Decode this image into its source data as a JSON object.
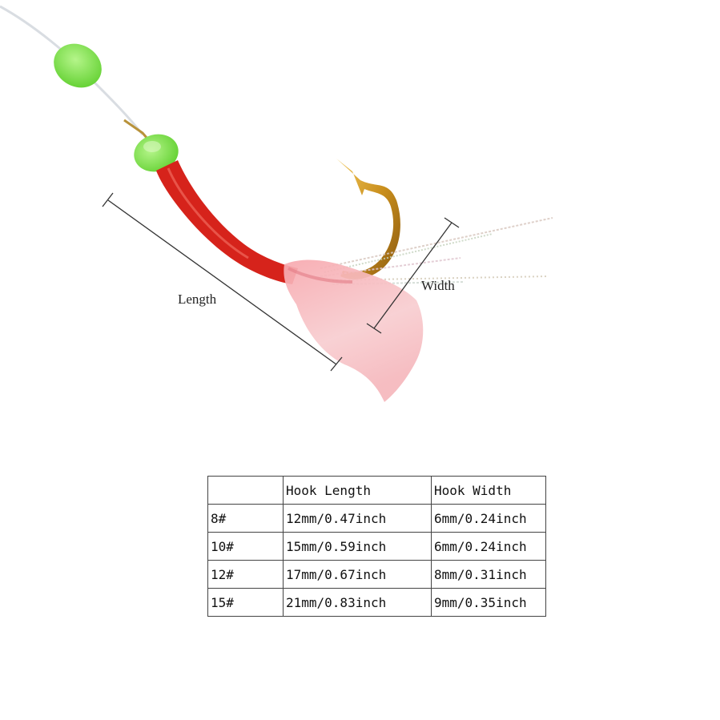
{
  "labels": {
    "length": "Length",
    "width": "Width"
  },
  "table": {
    "headers": [
      "",
      "Hook Length",
      "Hook Width"
    ],
    "rows": [
      [
        "8#",
        "12mm/0.47inch",
        "6mm/0.24inch"
      ],
      [
        "10#",
        "15mm/0.59inch",
        "6mm/0.24inch"
      ],
      [
        "12#",
        "17mm/0.67inch",
        "8mm/0.31inch"
      ],
      [
        "15#",
        "21mm/0.83inch",
        "9mm/0.35inch"
      ]
    ]
  },
  "colors": {
    "bead": "#8ae35a",
    "body": "#d9261c",
    "hook": "#d4a22a",
    "skirt": "#f3b8bd"
  }
}
